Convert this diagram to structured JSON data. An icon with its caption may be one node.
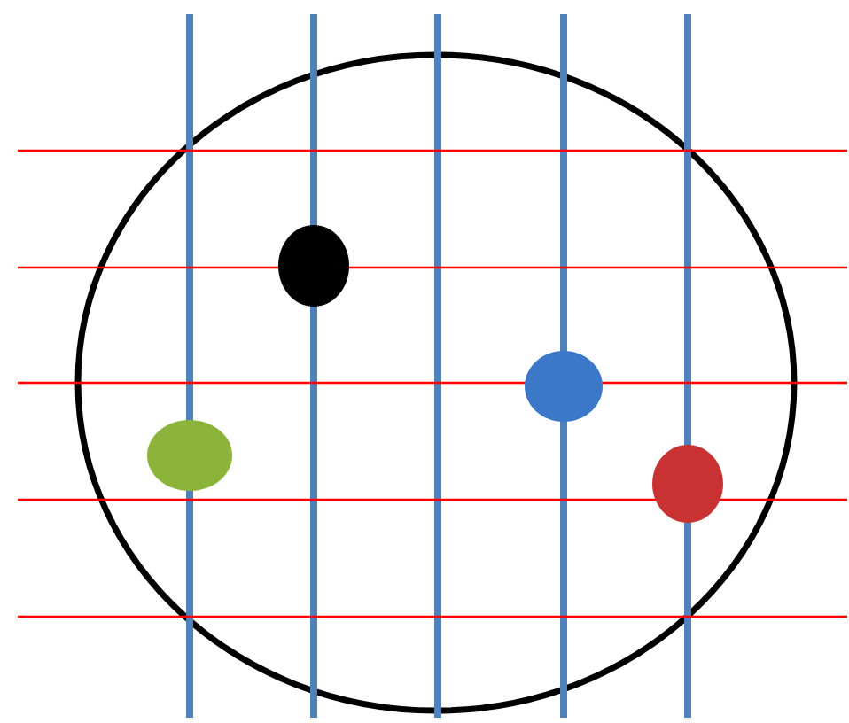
{
  "diagram": {
    "nodes": [
      {
        "text": [],
        "shape": "circle"
      },
      {
        "text": [],
        "shape": "circle",
        "in": 0
      },
      {
        "text": [],
        "shape": "circle",
        "in": 0
      },
      {
        "text": [],
        "shape": "circle",
        "in": 0
      },
      {
        "text": [],
        "shape": "circle",
        "in": 0
      }
    ]
  }
}
